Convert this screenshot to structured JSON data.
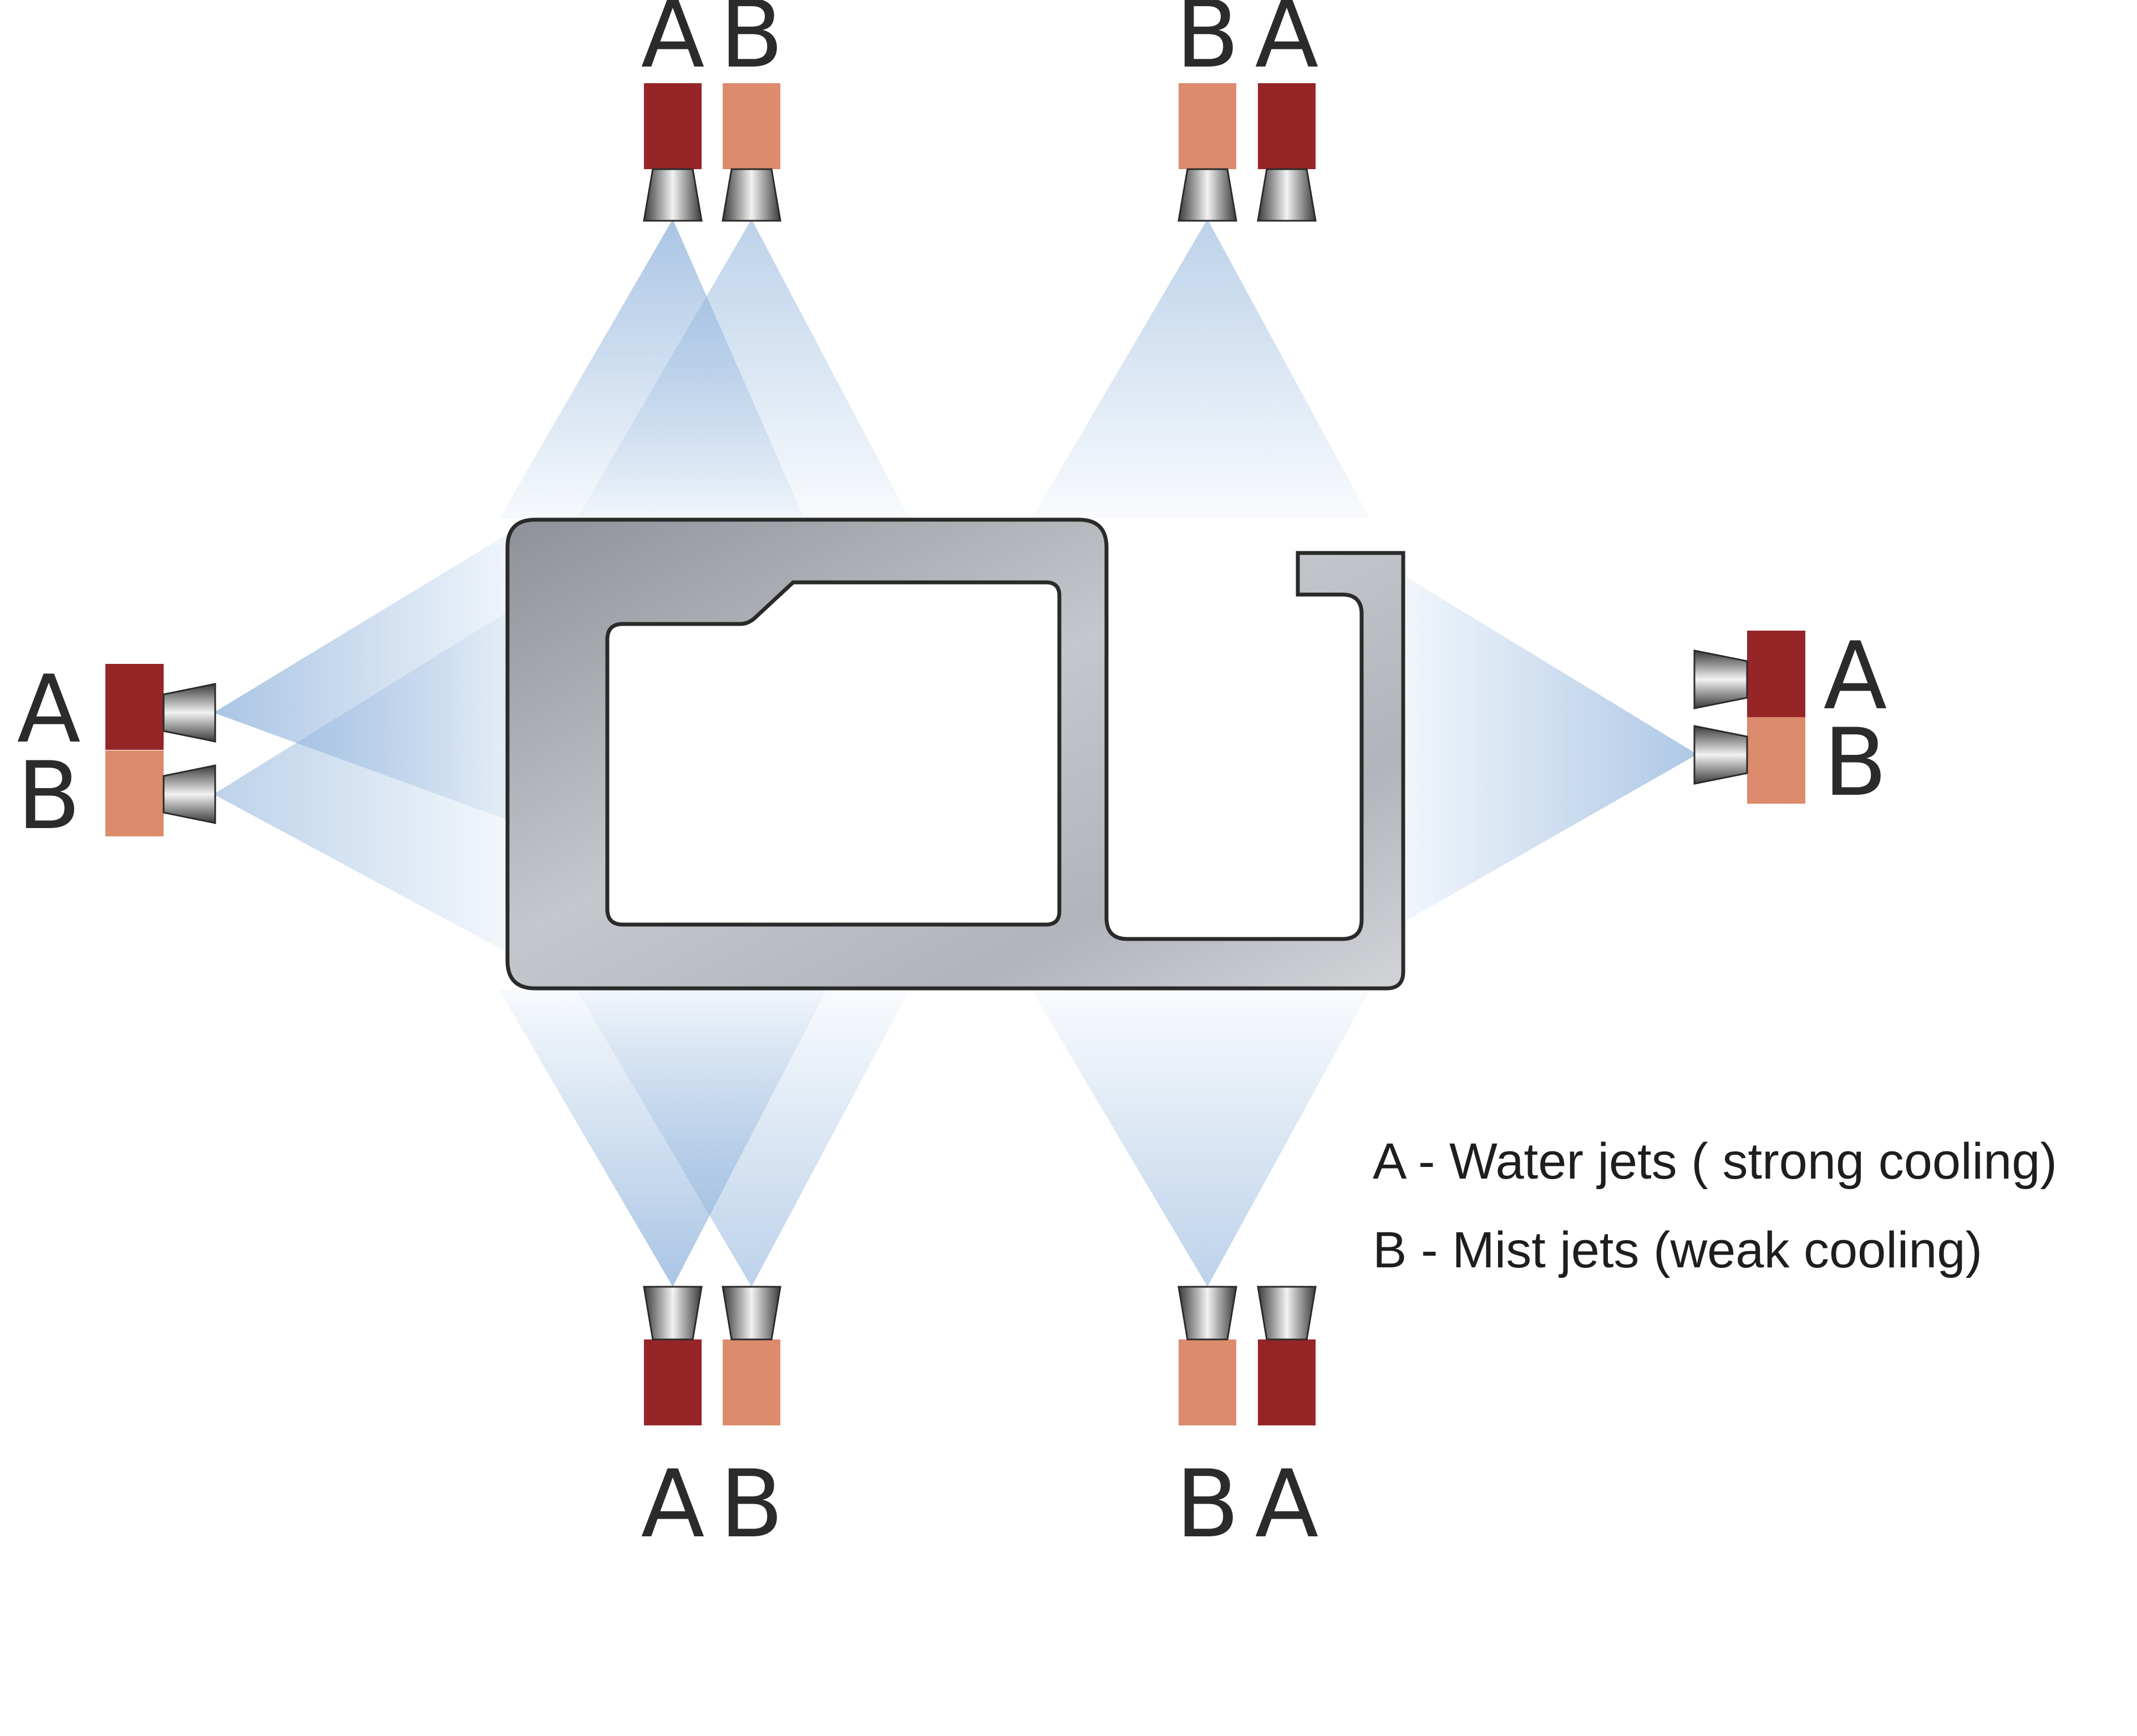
{
  "colors": {
    "water_jet": "#962528",
    "mist_jet": "#dc8b6d",
    "spray": "#8fb3dc",
    "profile_fill": "#b8bcc2",
    "profile_stroke": "#2a2a2a",
    "nozzle": "nozzle-cone-icon"
  },
  "legend": {
    "a": "A - Water jets ( strong cooling)",
    "b": "B - Mist jets (weak cooling)"
  },
  "groups": {
    "top_left": {
      "first": "A",
      "second": "B"
    },
    "top_right": {
      "first": "B",
      "second": "A"
    },
    "left": {
      "first": "A",
      "second": "B"
    },
    "right": {
      "first": "A",
      "second": "B"
    },
    "bottom_left": {
      "first": "A",
      "second": "B"
    },
    "bottom_right": {
      "first": "B",
      "second": "A"
    }
  }
}
